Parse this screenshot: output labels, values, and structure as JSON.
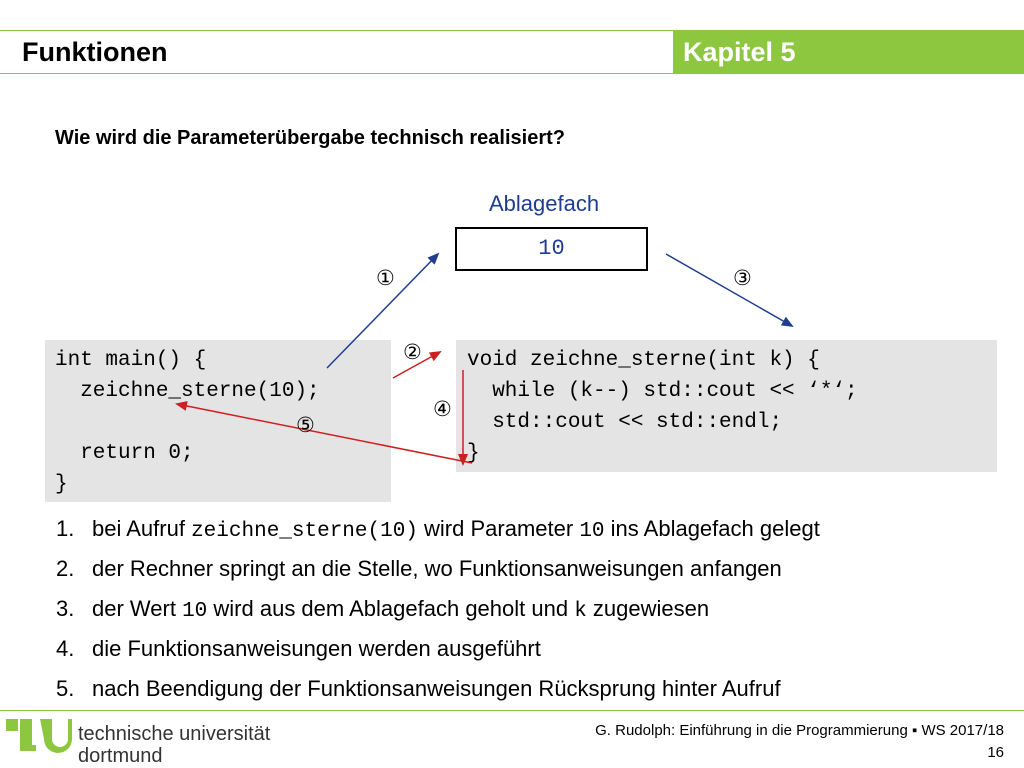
{
  "header": {
    "title": "Funktionen",
    "chapter": "Kapitel 5"
  },
  "question": "Wie wird die Parameterübergabe technisch realisiert?",
  "storage": {
    "label": "Ablagefach",
    "value": "10"
  },
  "main_code": [
    "int main() {",
    "  zeichne_sterne(10);",
    "",
    "  return 0;",
    "}"
  ],
  "func_code": [
    "void zeichne_sterne(int k) {",
    "  while (k--) std::cout << ‘*‘;",
    "  std::cout << std::endl;",
    "}"
  ],
  "markers": {
    "m1": "①",
    "m2": "②",
    "m3": "③",
    "m4": "④",
    "m5": "⑤"
  },
  "steps": [
    {
      "num": "1.",
      "parts": [
        "bei Aufruf ",
        "zeichne_sterne(10)",
        " wird Parameter ",
        "10",
        " ins Ablagefach gelegt"
      ]
    },
    {
      "num": "2.",
      "parts": [
        "der Rechner springt an die Stelle, wo Funktionsanweisungen anfangen"
      ]
    },
    {
      "num": "3.",
      "parts": [
        "der Wert ",
        "10",
        " wird aus dem Ablagefach geholt und ",
        "k",
        " zugewiesen"
      ]
    },
    {
      "num": "4.",
      "parts": [
        "die Funktionsanweisungen werden ausgeführt"
      ]
    },
    {
      "num": "5.",
      "parts": [
        "nach Beendigung der Funktionsanweisungen Rücksprung hinter Aufruf"
      ]
    }
  ],
  "footer": {
    "university_line1": "technische universität",
    "university_line2": "dortmund",
    "credit": "G. Rudolph: Einführung in die Programmierung ▪ WS 2017/18",
    "page": "16"
  },
  "colors": {
    "accent_green": "#8dc63f",
    "arrow_blue": "#1f3d8f",
    "arrow_red": "#cc1f1f",
    "code_bg": "#e4e4e4"
  }
}
